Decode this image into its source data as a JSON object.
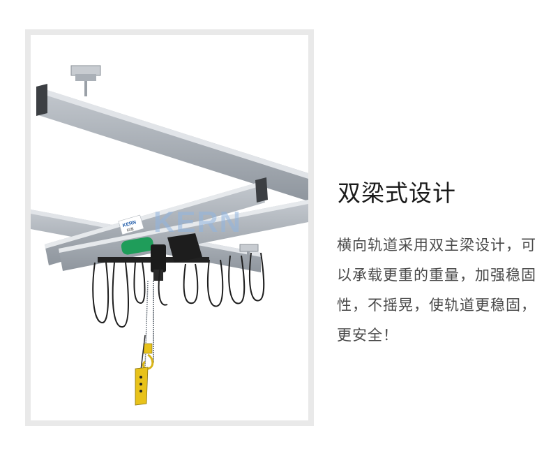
{
  "photo": {
    "watermark": "KERN",
    "label_brand": "KERN",
    "label_cn": "科恩"
  },
  "feature": {
    "title": "双梁式设计",
    "description": "横向轨道采用双主梁设计，可以承载更重的重量，加强稳固性，不摇晃，使轨道更稳固，更安全！"
  },
  "colors": {
    "rail": "#b9bfc6",
    "rail_shadow": "#8f969e",
    "end_cap": "#3c3f43",
    "hoist_green": "#1f9d5a",
    "pendant_yellow": "#e8c21a",
    "watermark": "#8fb4e0"
  }
}
